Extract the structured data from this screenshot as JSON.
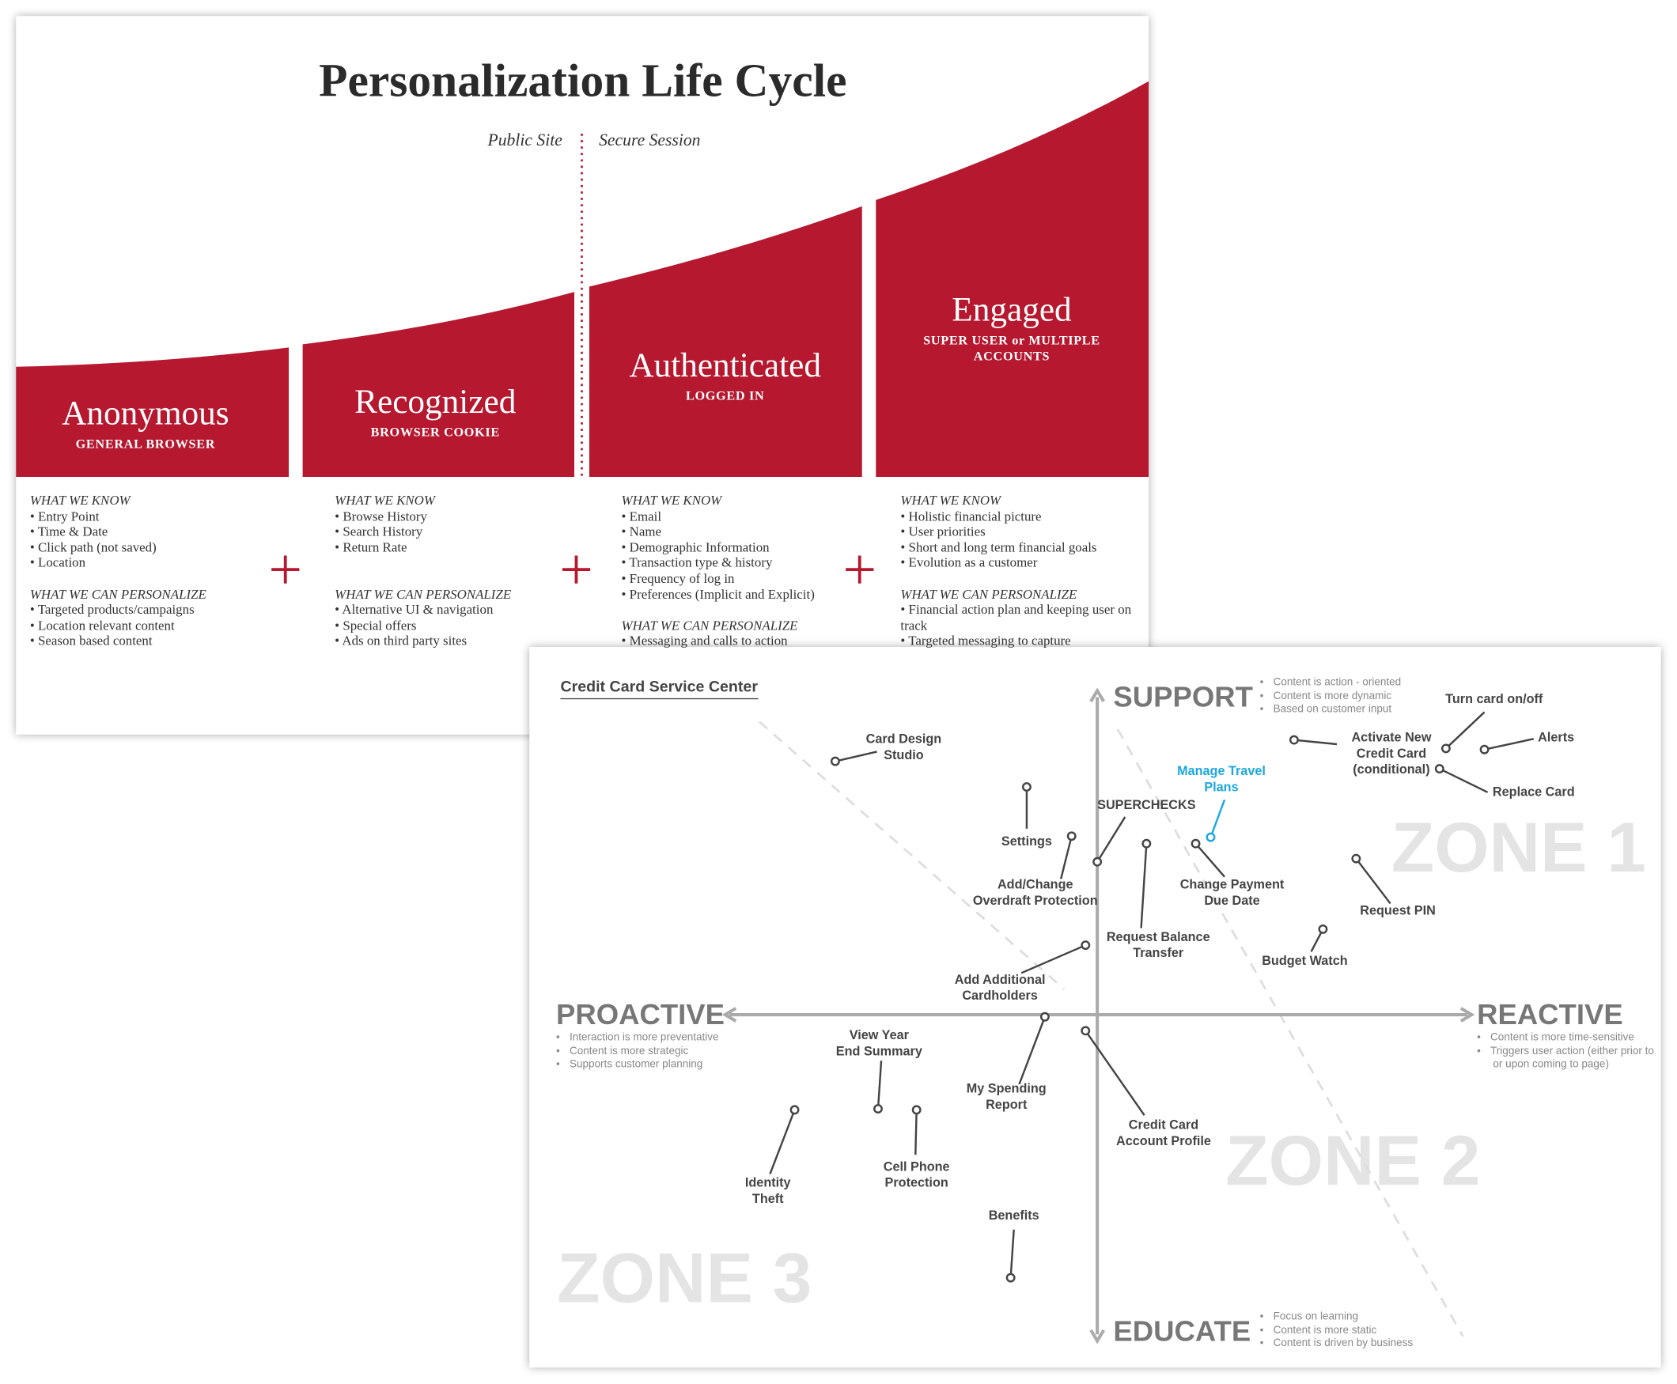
{
  "lifecycle": {
    "title": "Personalization Life Cycle",
    "divider_left": "Public Site",
    "divider_right": "Secure Session",
    "accent_color": "#b5182f",
    "stages": [
      {
        "name": "Anonymous",
        "sub": "GENERAL BROWSER",
        "know_heading": "WHAT WE KNOW",
        "know": [
          "Entry Point",
          "Time & Date",
          "Click path (not saved)",
          "Location"
        ],
        "personalize_heading": "WHAT WE CAN PERSONALIZE",
        "personalize": [
          "Targeted products/campaigns",
          "Location relevant content",
          "Season based content"
        ]
      },
      {
        "name": "Recognized",
        "sub": "BROWSER COOKIE",
        "know_heading": "WHAT WE KNOW",
        "know": [
          "Browse History",
          "Search History",
          "Return Rate"
        ],
        "personalize_heading": "WHAT WE CAN PERSONALIZE",
        "personalize": [
          "Alternative UI & navigation",
          "Special offers",
          "Ads on third party sites"
        ]
      },
      {
        "name": "Authenticated",
        "sub": "LOGGED IN",
        "know_heading": "WHAT WE KNOW",
        "know": [
          "Email",
          "Name",
          "Demographic Information",
          "Transaction type & history",
          "Frequency of log in",
          "Preferences (Implicit and Explicit)"
        ],
        "personalize_heading": "WHAT WE CAN PERSONALIZE",
        "personalize": [
          "Messaging and calls to action"
        ]
      },
      {
        "name": "Engaged",
        "sub": "SUPER USER or MULTIPLE ACCOUNTS",
        "know_heading": "WHAT WE KNOW",
        "know": [
          "Holistic financial picture",
          "User priorities",
          "Short and long term financial goals",
          "Evolution as a customer"
        ],
        "personalize_heading": "WHAT WE CAN PERSONALIZE",
        "personalize": [
          "Financial action plan and keeping user on track",
          "Targeted messaging to capture"
        ]
      }
    ]
  },
  "service_center": {
    "title": "Credit Card Service Center",
    "axes": {
      "support": {
        "label": "SUPPORT",
        "notes": [
          "Content is action - oriented",
          "Content is more dynamic",
          "Based on customer input"
        ]
      },
      "educate": {
        "label": "EDUCATE",
        "notes": [
          "Focus on learning",
          "Content is more static",
          "Content is driven by business"
        ]
      },
      "proactive": {
        "label": "PROACTIVE",
        "notes": [
          "Interaction is more preventative",
          "Content is more strategic",
          "Supports customer planning"
        ]
      },
      "reactive": {
        "label": "REACTIVE",
        "notes": [
          "Content is more time-sensitive",
          "Triggers user action (either prior to or upon coming to page)"
        ]
      }
    },
    "zones": [
      "ZONE 1",
      "ZONE 2",
      "ZONE 3"
    ],
    "highlight_color": "#1ba7e0",
    "nodes": [
      "Card Design\nStudio",
      "Settings",
      "Add/Change\nOverdraft Protection",
      "SUPERCHECKS",
      "Manage Travel\nPlans",
      "Change Payment\nDue Date",
      "Request Balance\nTransfer",
      "Add Additional\nCardholders",
      "Activate New\nCredit Card\n(conditional)",
      "Turn card on/off",
      "Alerts",
      "Replace Card",
      "Request PIN",
      "Budget Watch",
      "View Year\nEnd Summary",
      "My Spending\nReport",
      "Credit Card\nAccount Profile",
      "Identity\nTheft",
      "Cell Phone\nProtection",
      "Benefits"
    ]
  }
}
